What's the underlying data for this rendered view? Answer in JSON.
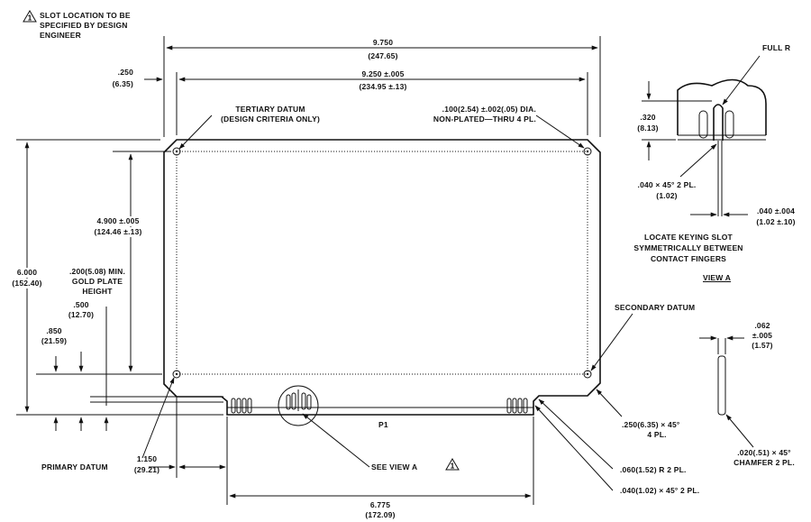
{
  "note": {
    "symbol": "1",
    "line1": "SLOT LOCATION TO BE",
    "line2": "SPECIFIED BY DESIGN",
    "line3": "ENGINEER"
  },
  "dims": {
    "overall_w": "9.750",
    "overall_w_mm": "(247.65)",
    "left_offset": ".250",
    "left_offset_mm": "(6.35)",
    "hole_span": "9.250 ±.005",
    "hole_span_mm": "(234.95 ±.13)",
    "hole_vert": "4.900 ±.005",
    "hole_vert_mm": "(124.46 ±.13)",
    "overall_h": "6.000",
    "overall_h_mm": "(152.40)",
    "gold_min": ".200(5.08) MIN.",
    "gold_label1": "GOLD PLATE",
    "gold_label2": "HEIGHT",
    "d500": ".500",
    "d500_mm": "(12.70)",
    "d850": ".850",
    "d850_mm": "(21.59)",
    "d1150": "1.150",
    "d1150_mm": "(29.21)",
    "connector_w": "6.775",
    "connector_w_mm": "(172.09)"
  },
  "labels": {
    "tertiary1": "TERTIARY DATUM",
    "tertiary2": "(DESIGN CRITERIA ONLY)",
    "hole1": ".100(2.54) ±.002(.05) DIA.",
    "hole2": "NON-PLATED—THRU 4 PL.",
    "secondary": "SECONDARY DATUM",
    "primary": "PRIMARY DATUM",
    "p1": "P1",
    "see_view": "SEE VIEW A",
    "corner1": ".250(6.35) × 45°",
    "corner2": "4 PL.",
    "radius": ".060(1.52) R 2 PL.",
    "edge_chamfer": ".040(1.02) × 45° 2 PL."
  },
  "view_a": {
    "full_r": "FULL R",
    "slot_depth": ".320",
    "slot_depth_mm": "(8.13)",
    "chamfer1": ".040 × 45° 2 PL.",
    "chamfer2": "(1.02)",
    "slot_w": ".040 ±.004",
    "slot_w_mm": "(1.02 ±.10)",
    "locate1": "LOCATE KEYING SLOT",
    "locate2": "SYMMETRICALLY BETWEEN",
    "locate3": "CONTACT FINGERS",
    "title": "VIEW A"
  },
  "thickness": {
    "value": ".062",
    "tol": "±.005",
    "mm": "(1.57)",
    "chamfer1": ".020(.51) × 45°",
    "chamfer2": "CHAMFER 2 PL."
  }
}
